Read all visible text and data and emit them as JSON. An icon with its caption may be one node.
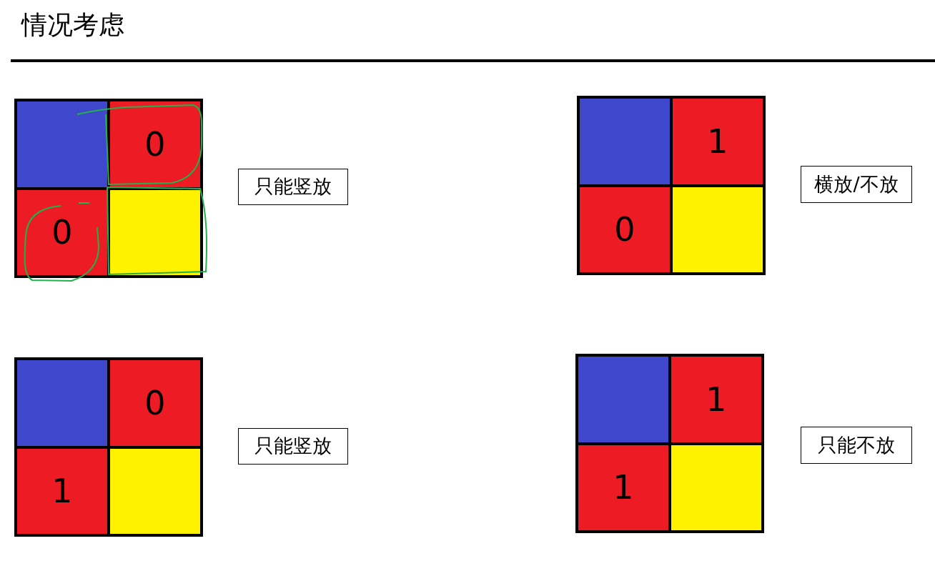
{
  "diagram": {
    "title": "情况考虑",
    "nodes": [
      {
        "text": [],
        "shape": "box"
      },
      {
        "text": [],
        "shape": "box",
        "in": 0
      },
      {
        "text": [
          "0"
        ],
        "in": 0
      },
      {
        "text": [
          "0"
        ],
        "in": 0
      },
      {
        "text": [],
        "shape": "box",
        "in": 0
      },
      {
        "text": [
          "只能竖放"
        ]
      },
      {
        "text": [],
        "shape": "box"
      },
      {
        "text": [],
        "shape": "box",
        "in": 6
      },
      {
        "text": [
          "1"
        ],
        "in": 6
      },
      {
        "text": [
          "0"
        ],
        "in": 6
      },
      {
        "text": [],
        "shape": "box",
        "in": 6
      },
      {
        "text": [
          "横放/不放"
        ]
      },
      {
        "text": [],
        "shape": "box"
      },
      {
        "text": [],
        "shape": "box",
        "in": 12
      },
      {
        "text": [
          "0"
        ],
        "in": 12
      },
      {
        "text": [
          "1"
        ],
        "in": 12
      },
      {
        "text": [],
        "shape": "box",
        "in": 12
      },
      {
        "text": [
          "只能竖放"
        ]
      },
      {
        "text": [],
        "shape": "box"
      },
      {
        "text": [],
        "shape": "box",
        "in": 18
      },
      {
        "text": [
          "1"
        ],
        "in": 18
      },
      {
        "text": [
          "1"
        ],
        "in": 18
      },
      {
        "text": [],
        "shape": "box",
        "in": 18
      },
      {
        "text": [
          "只能不放"
        ]
      }
    ]
  }
}
